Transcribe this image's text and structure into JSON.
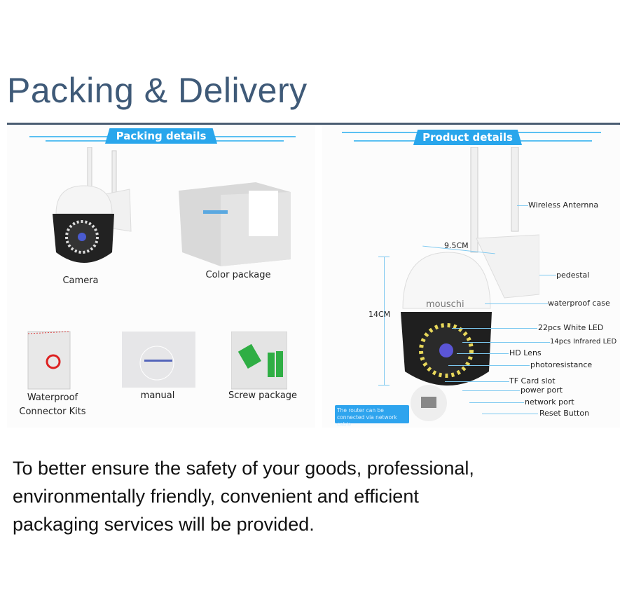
{
  "header": {
    "title": "Packing & Delivery"
  },
  "packing": {
    "banner": "Packing details",
    "items": [
      {
        "label": "Camera"
      },
      {
        "label": "Color package"
      },
      {
        "label": "Waterproof\nConnector Kits",
        "line1": "Waterproof",
        "line2": "Connector Kits"
      },
      {
        "label": "manual"
      },
      {
        "label": "Screw package"
      }
    ]
  },
  "product": {
    "banner": "Product details",
    "brand": "mouschi",
    "width_dim": "9.5CM",
    "height_dim": "14CM",
    "callouts": [
      "Wireless Anternna",
      "pedestal",
      "waterproof case",
      "22pcs White LED",
      "14pcs Infrared LED",
      "HD Lens",
      "photoresistance",
      "TF Card slot",
      "power port",
      "network port",
      "Reset Button"
    ],
    "note": "The router can be connected via network cable"
  },
  "description": {
    "lines": [
      "To better ensure the safety of your goods, professional,",
      "environmentally friendly, convenient and efficient",
      "packaging services will be provided."
    ]
  },
  "colors": {
    "title": "#3f5a78",
    "banner": "#29a6ec",
    "rule": "#4b5d72"
  }
}
